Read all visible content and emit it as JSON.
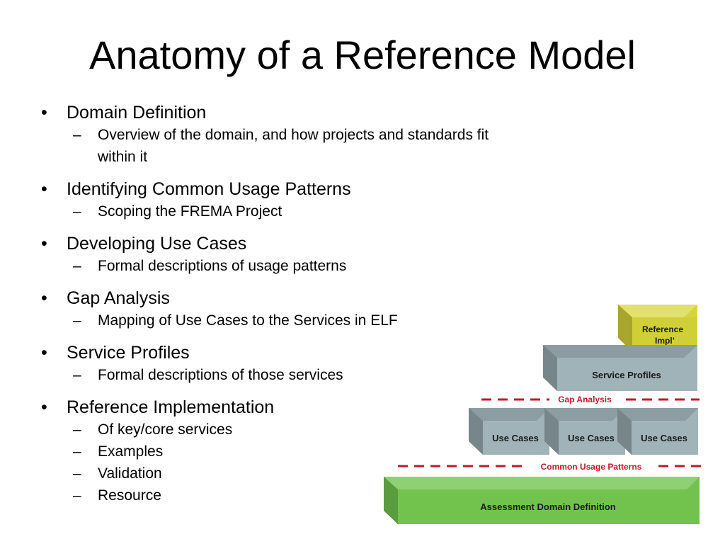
{
  "slide": {
    "title": "Anatomy of a Reference Model",
    "bullets": [
      {
        "text": "Domain Definition",
        "sub": [
          "Overview of the domain, and how projects and standards fit within it"
        ]
      },
      {
        "text": "Identifying Common Usage Patterns",
        "sub": [
          "Scoping the FREMA Project"
        ]
      },
      {
        "text": "Developing Use Cases",
        "sub": [
          "Formal descriptions of usage patterns"
        ]
      },
      {
        "text": "Gap Analysis",
        "sub": [
          "Mapping of Use Cases to the Services in ELF"
        ]
      },
      {
        "text": "Service Profiles",
        "sub": [
          "Formal descriptions of those services"
        ]
      },
      {
        "text": "Reference Implementation",
        "sub": [
          "Of key/core services",
          "Examples",
          "Validation",
          "Resource"
        ]
      }
    ],
    "bullet_mark": "•",
    "sub_mark": "–"
  },
  "diagram": {
    "reference_impl": {
      "line1": "Reference",
      "line2": "Impl’",
      "color": "#d6d43a"
    },
    "service_profiles": {
      "label": "Service Profiles",
      "color": "#9fb3b9"
    },
    "gap_analysis": {
      "label": "Gap Analysis",
      "line_color": "#c0182b"
    },
    "use_cases": {
      "labels": [
        "Use Cases",
        "Use Cases",
        "Use Cases"
      ],
      "color": "#9fb3b9"
    },
    "common_usage_patterns": {
      "label": "Common Usage Patterns",
      "line_color": "#c0182b"
    },
    "assessment_domain": {
      "label": "Assessment Domain Definition",
      "color": "#71c34e"
    }
  }
}
